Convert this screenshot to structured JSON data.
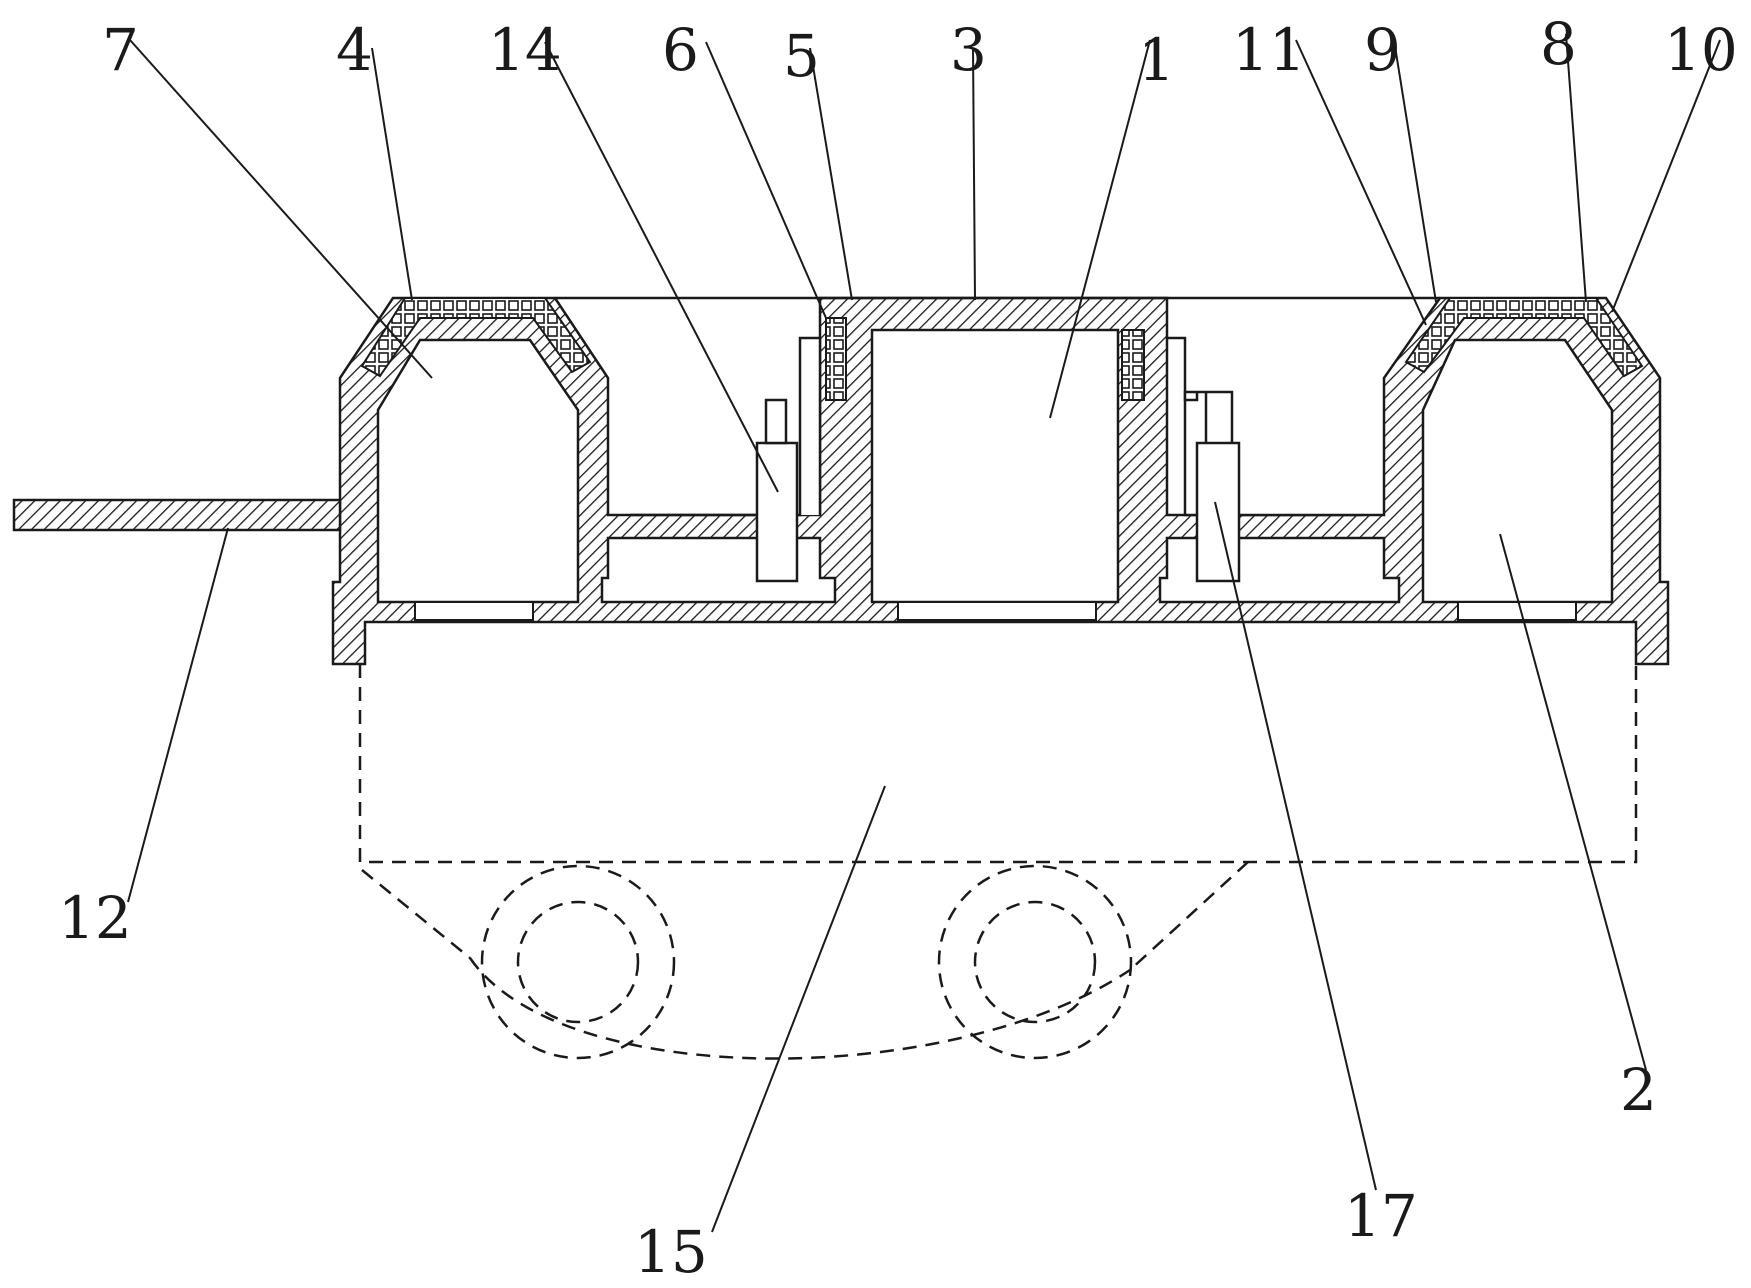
{
  "figure": {
    "colors": {
      "stroke": "#1a1a1a",
      "hatch": "#1a1a1a",
      "background": "#ffffff"
    },
    "labels": {
      "l1": "1",
      "l2": "2",
      "l3": "3",
      "l4": "4",
      "l5": "5",
      "l6": "6",
      "l7": "7",
      "l8": "8",
      "l9": "9",
      "l10": "10",
      "l11": "11",
      "l12": "12",
      "l14": "14",
      "l15": "15",
      "l17": "17"
    }
  }
}
